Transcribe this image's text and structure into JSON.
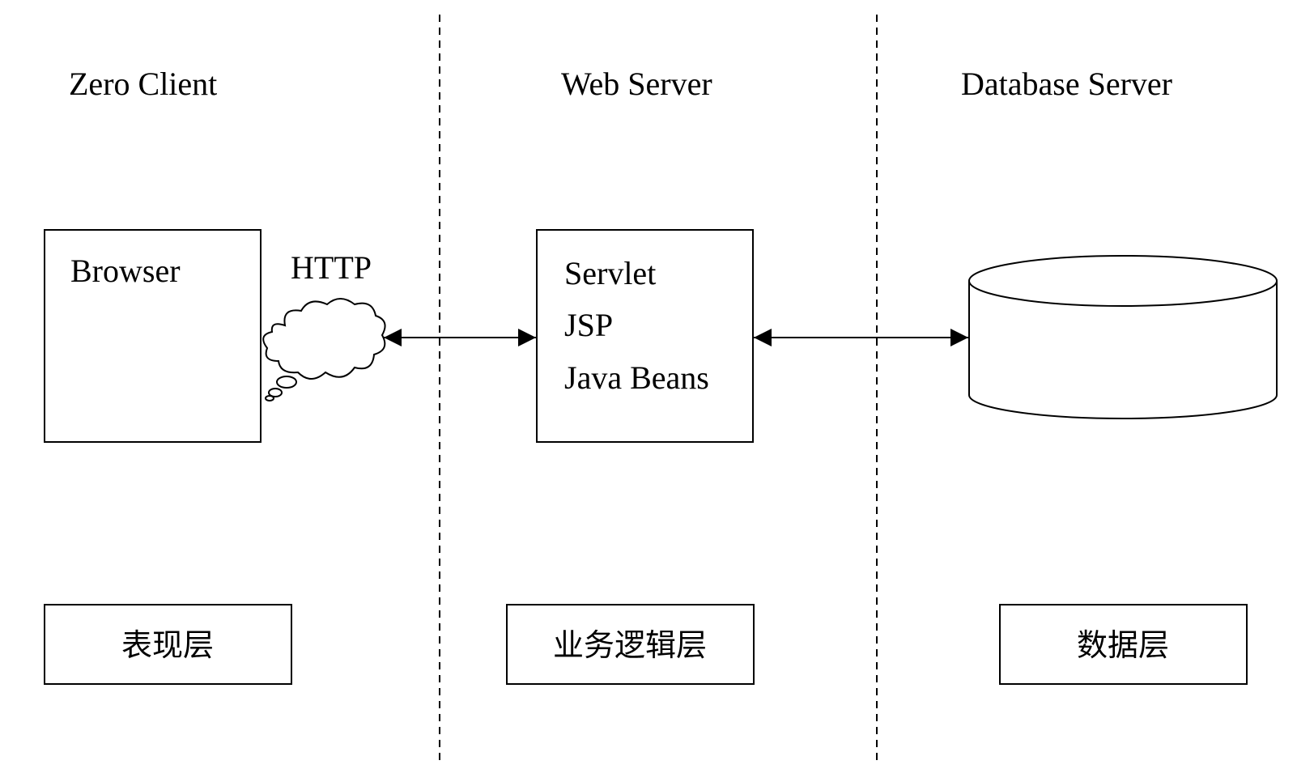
{
  "columns": {
    "client": "Zero Client",
    "web": "Web Server",
    "database": "Database Server"
  },
  "browser_box": {
    "label": "Browser"
  },
  "protocol": {
    "label": "HTTP"
  },
  "web_box": {
    "lines": [
      "Servlet",
      "JSP",
      "Java Beans"
    ]
  },
  "tiers": {
    "presentation": "表现层",
    "business": "业务逻辑层",
    "data": "数据层"
  },
  "colors": {
    "line": "#000000",
    "background": "#ffffff"
  }
}
